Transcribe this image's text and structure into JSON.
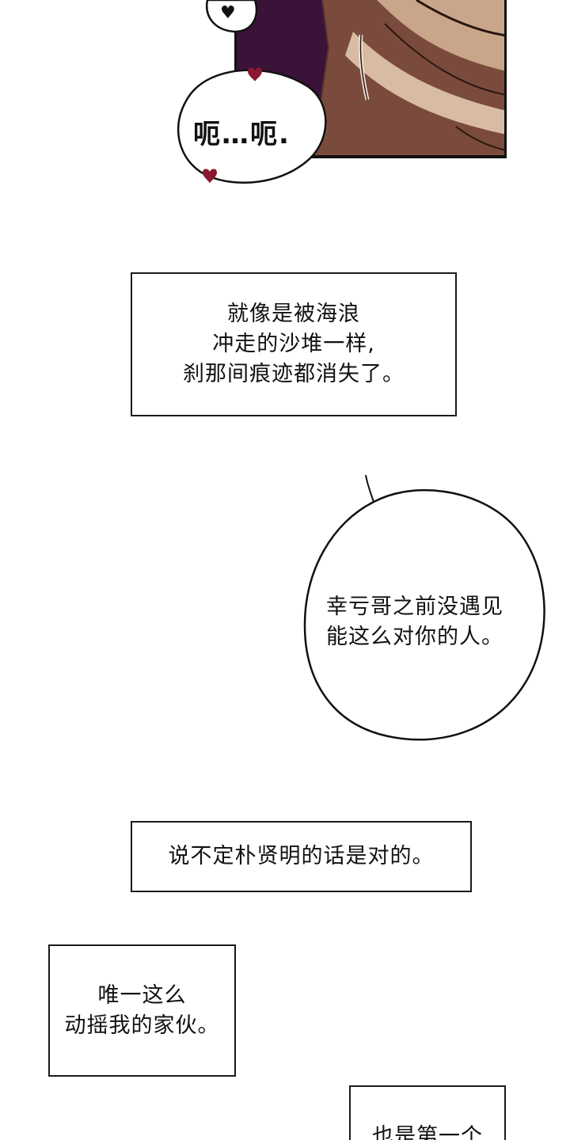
{
  "panel_1": {
    "sfx_small": "♥",
    "sfx_bubble": "呃…呃."
  },
  "caption_1": {
    "lines": [
      "就像是被海浪",
      "冲走的沙堆一样,",
      "刹那间痕迹都消失了。"
    ]
  },
  "speech_1": {
    "lines": [
      "幸亏哥之前没遇见",
      "能这么对你的人。"
    ]
  },
  "caption_2": {
    "lines": [
      "说不定朴贤明的话是对的。"
    ]
  },
  "caption_3": {
    "lines": [
      "唯一这么",
      "动摇我的家伙。"
    ]
  },
  "caption_4": {
    "lines": [
      "也是第一个"
    ]
  },
  "colors": {
    "art_purple": "#3b1238",
    "art_skin_dark": "#6e4538",
    "art_skin_light": "#c9a58a",
    "heart": "#8a1830"
  }
}
